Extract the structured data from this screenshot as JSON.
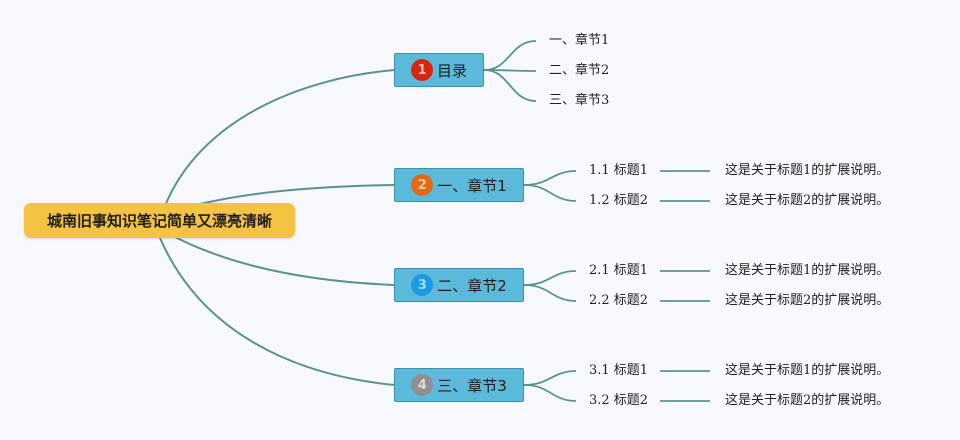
{
  "root": {
    "label": "城南旧事知识笔记简单又漂亮清晰"
  },
  "branches": [
    {
      "number": "1",
      "label": "目录",
      "badge_color": "#d8260e",
      "badge_text_color": "#f6c7b9",
      "children": [
        {
          "label": "一、章节1"
        },
        {
          "label": "二、章节2"
        },
        {
          "label": "三、章节3"
        }
      ]
    },
    {
      "number": "2",
      "label": "一、章节1",
      "badge_color": "#e06a17",
      "badge_text_color": "#f9c8a0",
      "children": [
        {
          "label": "1.1 标题1",
          "note": "这是关于标题1的扩展说明。"
        },
        {
          "label": "1.2 标题2",
          "note": "这是关于标题2的扩展说明。"
        }
      ]
    },
    {
      "number": "3",
      "label": "二、章节2",
      "badge_color": "#1a9be3",
      "badge_text_color": "#a9dcf6",
      "children": [
        {
          "label": "2.1 标题1",
          "note": "这是关于标题1的扩展说明。"
        },
        {
          "label": "2.2 标题2",
          "note": "这是关于标题2的扩展说明。"
        }
      ]
    },
    {
      "number": "4",
      "label": "三、章节3",
      "badge_color": "#8f8f8f",
      "badge_text_color": "#dcdcdc",
      "children": [
        {
          "label": "3.1 标题1",
          "note": "这是关于标题1的扩展说明。"
        },
        {
          "label": "3.2 标题2",
          "note": "这是关于标题2的扩展说明。"
        }
      ]
    }
  ],
  "colors": {
    "connector": "#5a9488",
    "root_fill": "#f5c343",
    "branch_fill": "#5bbad9"
  }
}
